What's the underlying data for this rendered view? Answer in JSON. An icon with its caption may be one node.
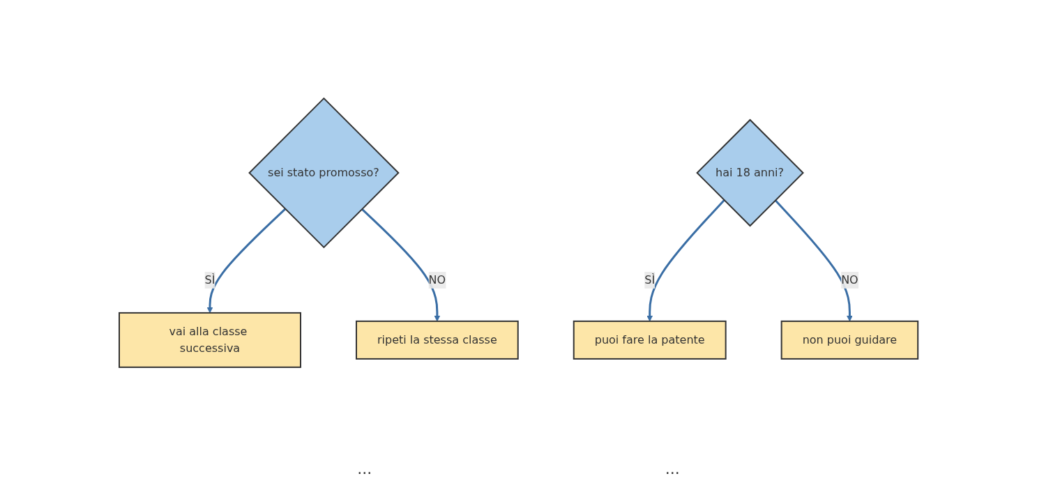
{
  "diagram": {
    "nodes": [
      {
        "text": [
          "sei stato promosso?"
        ]
      },
      {
        "text": [
          "vai alla classe successiva"
        ]
      },
      {
        "text": [
          "ripeti la stessa classe"
        ]
      },
      {
        "text": [
          "hai 18 anni?"
        ]
      },
      {
        "text": [
          "puoi fare la patente"
        ]
      },
      {
        "text": [
          "non puoi guidare"
        ]
      }
    ],
    "edges": [
      {
        "from": 0,
        "to": 1,
        "arrow": "to",
        "label": "SÌ"
      },
      {
        "from": 0,
        "to": 2,
        "arrow": "to",
        "label": "NO"
      },
      {
        "from": 3,
        "to": 4,
        "arrow": "to",
        "label": "SÌ"
      },
      {
        "from": 3,
        "to": 5,
        "arrow": "to",
        "label": "NO"
      }
    ],
    "labels": [
      "...",
      "..."
    ]
  }
}
